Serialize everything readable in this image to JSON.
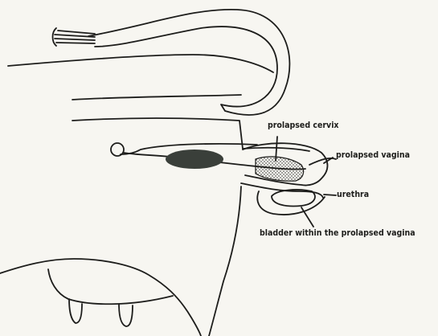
{
  "labels": {
    "cervix": "prolapsed cervix",
    "vagina": "prolapsed vagina",
    "urethra": "urethra",
    "bladder": "bladder within the prolapsed vagina"
  },
  "colors": {
    "background": "#f7f6f1",
    "line": "#1d1d1b",
    "mass": "#3a3f3a"
  }
}
